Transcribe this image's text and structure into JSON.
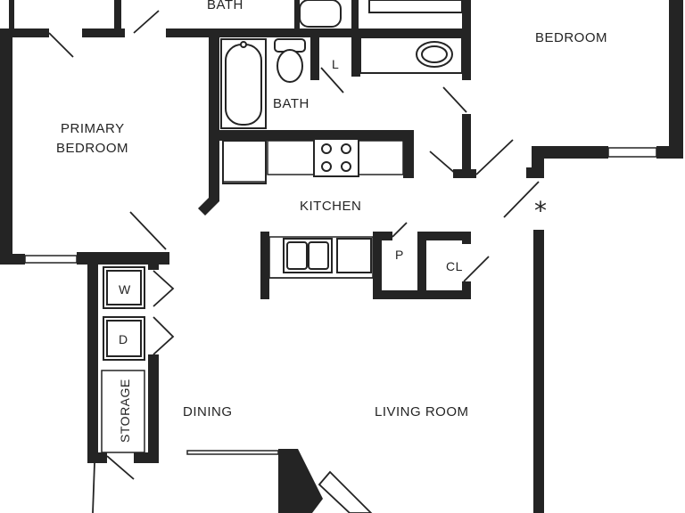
{
  "rooms": {
    "bath_top": "BATH",
    "bedroom": "BEDROOM",
    "primary_bedroom_line1": "PRIMARY",
    "primary_bedroom_line2": "BEDROOM",
    "bath": "BATH",
    "linen": "L",
    "kitchen": "KITCHEN",
    "pantry": "P",
    "closet": "CL",
    "washer": "W",
    "dryer": "D",
    "storage": "STORAGE",
    "dining": "DINING",
    "living_room": "LIVING ROOM"
  },
  "marker": "*",
  "colors": {
    "wall": "#242424",
    "background": "#ffffff"
  }
}
